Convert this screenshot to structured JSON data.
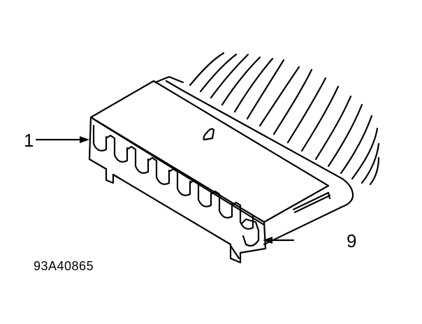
{
  "diagram": {
    "subject": "Wiring harness connector (9-cavity)",
    "callouts": [
      {
        "id": "callout-1",
        "label": "1",
        "target": "cavity 1"
      },
      {
        "id": "callout-9",
        "label": "9",
        "target": "cavity 9"
      }
    ],
    "figure_id": "93A40865",
    "cavity_count": 9,
    "wire_count": 16,
    "colors": {
      "line": "#000000",
      "background": "#ffffff"
    }
  }
}
